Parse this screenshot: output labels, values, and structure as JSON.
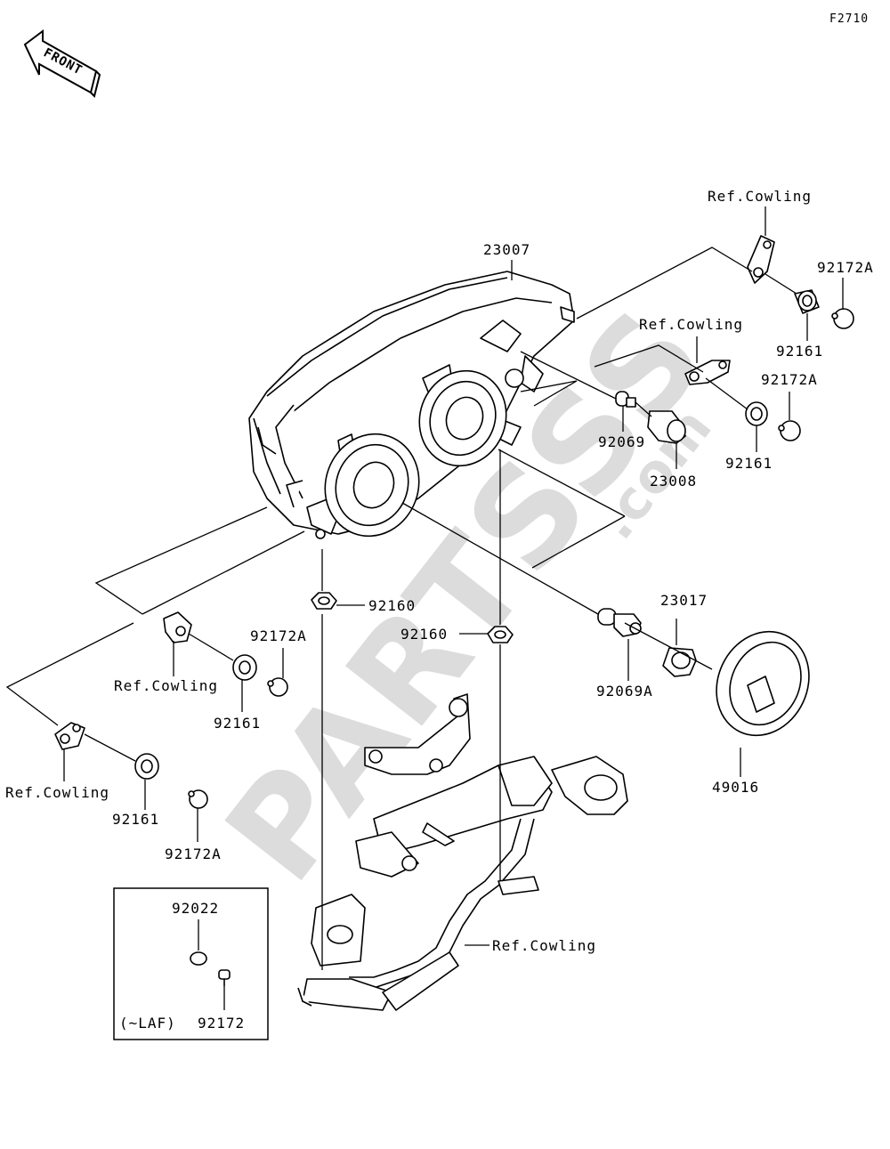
{
  "figure_code": "F2710",
  "front_label": "FRONT",
  "watermark": {
    "brand": "PARTSSS",
    "suffix": ".com"
  },
  "inset_note": "(~LAF)",
  "labels": {
    "p23007": "23007",
    "ref_cowling_top": "Ref.Cowling",
    "p92172a_top": "92172A",
    "p92161_top": "92161",
    "ref_cowling_mid": "Ref.Cowling",
    "p92172a_mid": "92172A",
    "p92069": "92069",
    "p92161_mid": "92161",
    "p23008": "23008",
    "p92160_left": "92160",
    "p92160_right": "92160",
    "p23017": "23017",
    "p92172a_left": "92172A",
    "ref_cowling_left": "Ref.Cowling",
    "p92069a": "92069A",
    "p92161_left": "92161",
    "p49016": "49016",
    "ref_cowling_far": "Ref.Cowling",
    "p92161_far": "92161",
    "p92172a_far": "92172A",
    "p92022": "92022",
    "ref_cowling_bracket": "Ref.Cowling",
    "p92172": "92172"
  }
}
